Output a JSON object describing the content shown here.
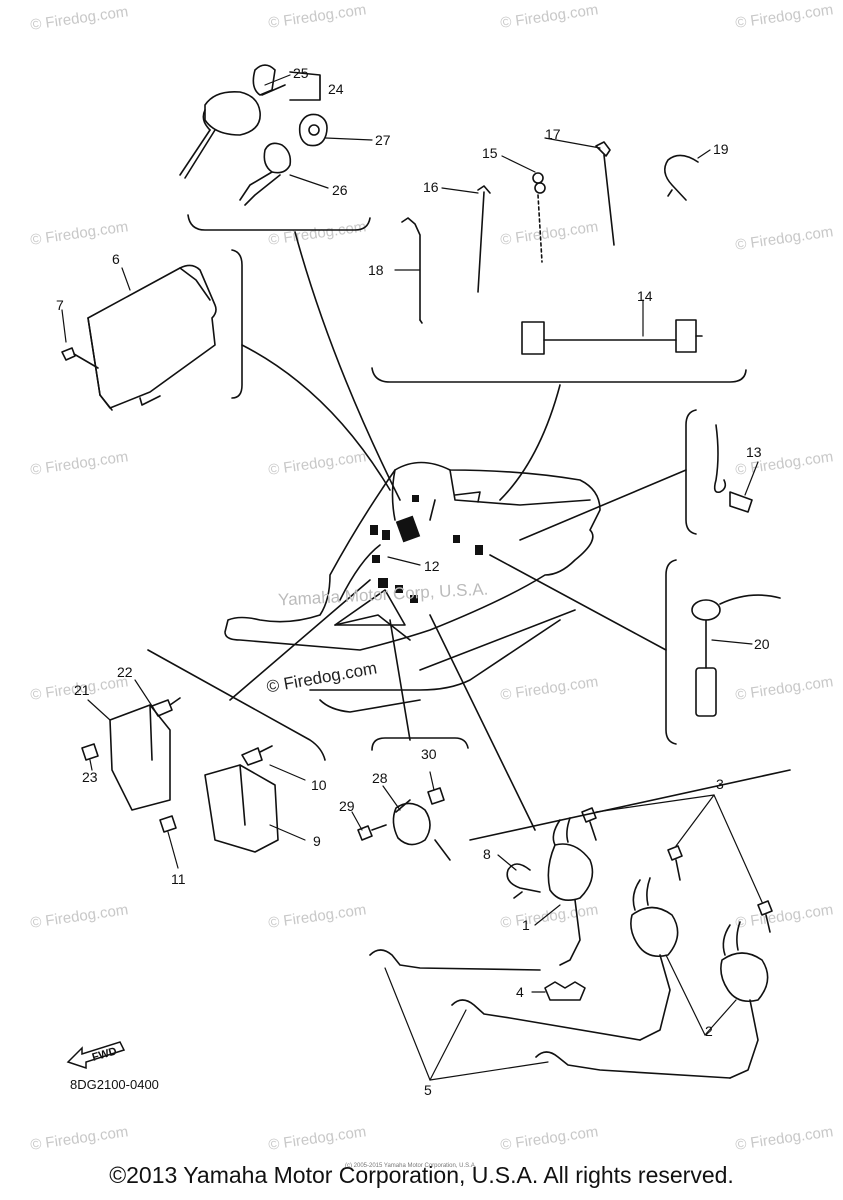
{
  "watermark": {
    "text": "© Firedog.com"
  },
  "center_watermark": "Yamaha Motor Corp, U.S.A.",
  "center_firedog": "© Firedog.com",
  "diagram_code": "8DG2100-0400",
  "fwd_label": "FWD",
  "small_credit": "(c) 2005-2015 Yamaha Motor Corporation, U.S.A.",
  "copyright": "©2013 Yamaha Motor Corporation, U.S.A. All rights reserved.",
  "callouts": {
    "c1": "1",
    "c2": "2",
    "c3": "3",
    "c4": "4",
    "c5": "5",
    "c6": "6",
    "c7": "7",
    "c8": "8",
    "c9": "9",
    "c10": "10",
    "c11": "11",
    "c12": "12",
    "c13": "13",
    "c14": "14",
    "c15": "15",
    "c16": "16",
    "c17": "17",
    "c18": "18",
    "c19": "19",
    "c20": "20",
    "c21": "21",
    "c22": "22",
    "c23": "23",
    "c24": "24",
    "c25": "25",
    "c26": "26",
    "c27": "27",
    "c28": "28",
    "c29": "29",
    "c30": "30"
  }
}
